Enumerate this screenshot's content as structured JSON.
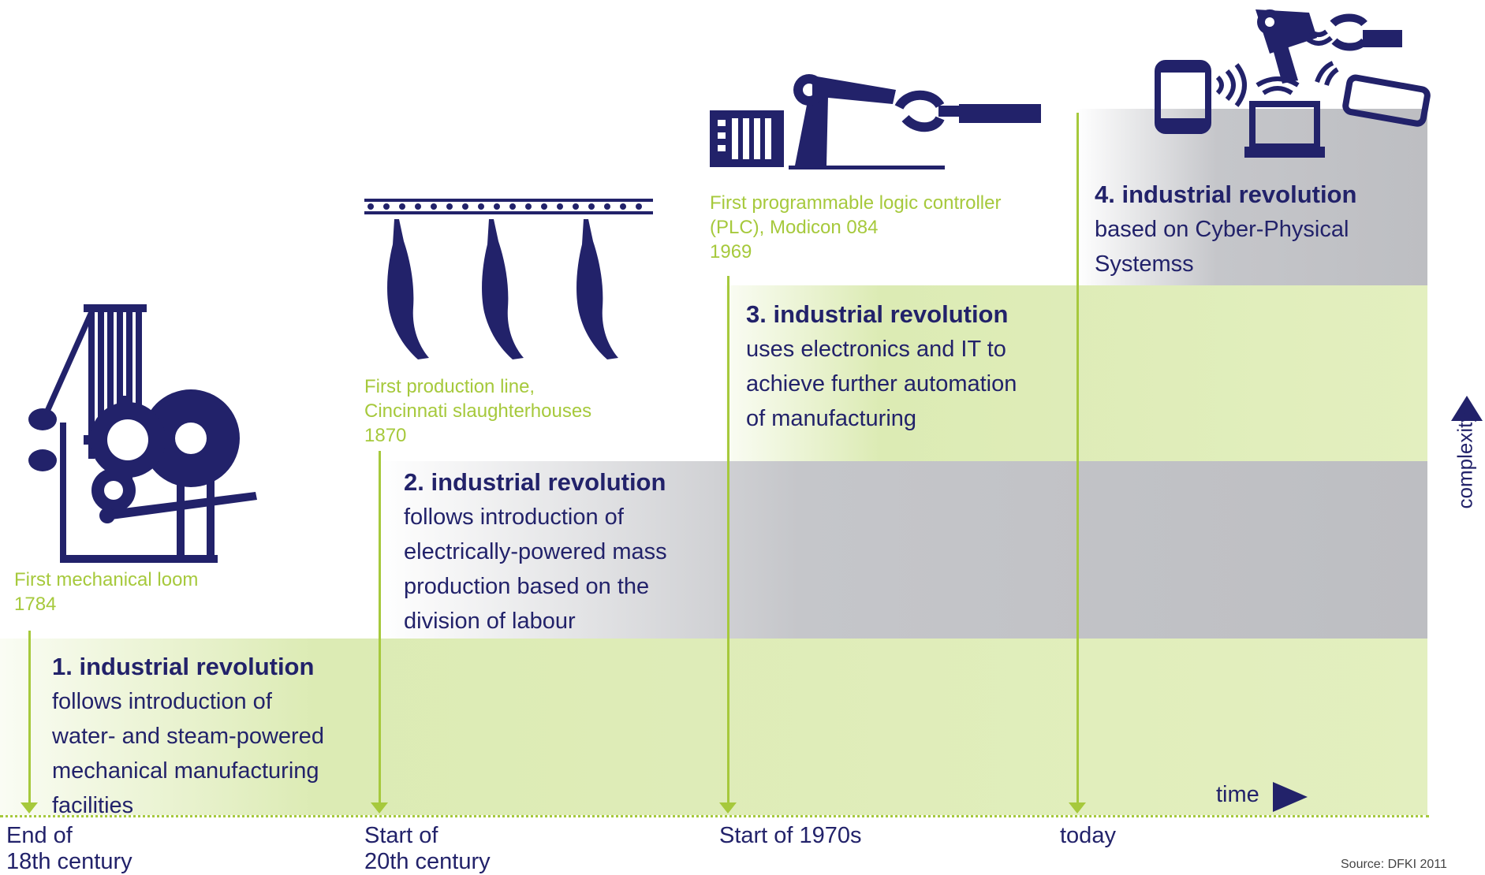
{
  "revolutions": [
    {
      "title": "1. industrial revolution",
      "lines": [
        "follows introduction of",
        "water- and steam-powered",
        "mechanical manufacturing",
        "facilities"
      ]
    },
    {
      "title": "2. industrial revolution",
      "lines": [
        "follows introduction of",
        "electrically-powered mass",
        "production based on the",
        "division of labour"
      ]
    },
    {
      "title": "3. industrial revolution",
      "lines": [
        "uses electronics and IT to",
        "achieve further automation",
        "of manufacturing"
      ]
    },
    {
      "title": "4. industrial revolution",
      "lines": [
        "based on Cyber-Physical",
        "Systemss"
      ]
    }
  ],
  "milestones": [
    {
      "lines": [
        "First mechanical loom",
        "1784"
      ]
    },
    {
      "lines": [
        "First production line,",
        "Cincinnati slaughterhouses",
        "1870"
      ]
    },
    {
      "lines": [
        "First programmable logic controller",
        "(PLC), Modicon 084",
        "1969"
      ]
    }
  ],
  "eras": [
    {
      "lines": [
        "End of",
        "18th century"
      ]
    },
    {
      "lines": [
        "Start of",
        "20th century"
      ]
    },
    {
      "lines": [
        "Start of 1970s"
      ]
    },
    {
      "lines": [
        "today"
      ]
    }
  ],
  "axes": {
    "time": "time",
    "complexity": "complexity"
  },
  "source": "Source: DFKI 2011",
  "colors": {
    "navy": "#22226a",
    "green": "#a6c93c",
    "band_green": "#dcebb4",
    "band_gray": "#c5c6ca"
  },
  "icons": [
    "loom-icon",
    "slaughterhouse-line-icon",
    "plc-robot-arm-icon",
    "cyber-physical-devices-icon"
  ]
}
